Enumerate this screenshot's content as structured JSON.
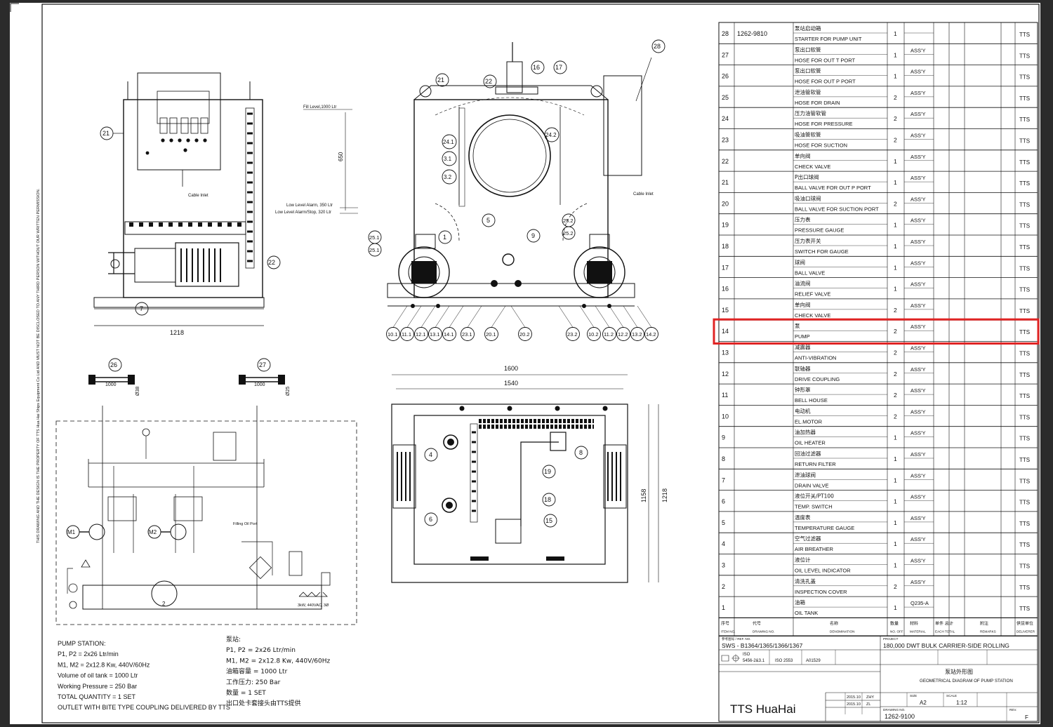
{
  "side_note": "THIS DRAWING AND THE DESIGN IS THE PROPERTY OF TTS Hua Hai Ships Equipment Co Ltd AND MUST NOT BE DISCLOSED TO ANY THIRD PERSON WITHOUT OUR WRITTEN PERMISSION.",
  "drawing_labels": {
    "cable_inlet_left": "Cable Inlet",
    "cable_inlet_right": "Cable Inlet",
    "fill_level": "Fill Level,1000 Ltr",
    "low_alarm": "Low Level Alarm, 350 Ltr",
    "low_stop": "Low Level Alarm/Stop, 320 Ltr",
    "dim_650": "650",
    "dim_1218_front": "1218",
    "dim_1600": "1600",
    "dim_1540": "1540",
    "dim_1158": "1158",
    "dim_1218_side": "1218",
    "hose_len_26": "1000",
    "hose_len_27": "1000",
    "dn_26": "Ø38",
    "dn_27": "Ø25",
    "motor_m1": "M1",
    "motor_m2": "M2",
    "filling_port": "Filling Oil Port",
    "elec_spec": "3kW, 440VAC, 3Ø"
  },
  "callouts": {
    "front": [
      "21",
      "7",
      "22"
    ],
    "end": [
      "28",
      "21",
      "22",
      "16",
      "17",
      "24.1",
      "24.2",
      "3.1",
      "3.2",
      "5",
      "1",
      "9",
      "25.1",
      "25.1",
      "25.2",
      "25.2"
    ],
    "end_bottom": [
      "10.1",
      "11.1",
      "12.1",
      "13.1",
      "14.1",
      "23.1",
      "20.1",
      "20.2",
      "23.2",
      "10.2",
      "11.2",
      "12.2",
      "13.2",
      "14.2"
    ],
    "hoses": [
      "26",
      "27"
    ],
    "top": [
      "4",
      "8",
      "19",
      "6",
      "18",
      "15"
    ],
    "schematic": [
      "2"
    ]
  },
  "notes_en": [
    "PUMP STATION:",
    "P1, P2 = 2x26 Ltr/min",
    "M1, M2 = 2x12.8 Kw, 440V/60Hz",
    "Volume of oil tank = 1000 Ltr",
    "Working Pressure = 250 Bar",
    "TOTAL QUANTITY = 1 SET",
    "OUTLET WITH BITE TYPE COUPLING DELIVERED BY TTS"
  ],
  "notes_cn": [
    "泵站:",
    "P1, P2 = 2x26 Ltr/min",
    "M1, M2 = 2x12.8 Kw, 440V/60Hz",
    "油箱容量 = 1000 Ltr",
    "工作压力: 250 Bar",
    "数量 = 1 SET",
    "出口处卡套接头由TTS提供"
  ],
  "bom": [
    {
      "no": "28",
      "code": "1262-9810",
      "cn": "泵站启动箱",
      "en": "STARTER FOR PUMP UNIT",
      "qty": "1",
      "mat": "",
      "sup": "TTS"
    },
    {
      "no": "27",
      "code": "",
      "cn": "泵出口软管",
      "en": "HOSE FOR OUT T PORT",
      "qty": "1",
      "mat": "ASS'Y",
      "sup": "TTS"
    },
    {
      "no": "26",
      "code": "",
      "cn": "泵出口软管",
      "en": "HOSE FOR OUT P PORT",
      "qty": "1",
      "mat": "ASS'Y",
      "sup": "TTS"
    },
    {
      "no": "25",
      "code": "",
      "cn": "泄油管软管",
      "en": "HOSE FOR DRAIN",
      "qty": "2",
      "mat": "ASS'Y",
      "sup": "TTS"
    },
    {
      "no": "24",
      "code": "",
      "cn": "压力油管软管",
      "en": "HOSE FOR PRESSURE",
      "qty": "2",
      "mat": "ASS'Y",
      "sup": "TTS"
    },
    {
      "no": "23",
      "code": "",
      "cn": "吸油管软管",
      "en": "HOSE FOR SUCTION",
      "qty": "2",
      "mat": "ASS'Y",
      "sup": "TTS"
    },
    {
      "no": "22",
      "code": "",
      "cn": "单向阀",
      "en": "CHECK VALVE",
      "qty": "1",
      "mat": "ASS'Y",
      "sup": "TTS"
    },
    {
      "no": "21",
      "code": "",
      "cn": "P出口球阀",
      "en": "BALL VALVE FOR OUT P PORT",
      "qty": "1",
      "mat": "ASS'Y",
      "sup": "TTS"
    },
    {
      "no": "20",
      "code": "",
      "cn": "吸油口球阀",
      "en": "BALL VALVE FOR SUCTION PORT",
      "qty": "2",
      "mat": "ASS'Y",
      "sup": "TTS"
    },
    {
      "no": "19",
      "code": "",
      "cn": "压力表",
      "en": "PRESSURE GAUGE",
      "qty": "1",
      "mat": "ASS'Y",
      "sup": "TTS"
    },
    {
      "no": "18",
      "code": "",
      "cn": "压力表开关",
      "en": "SWITCH FOR GAUGE",
      "qty": "1",
      "mat": "ASS'Y",
      "sup": "TTS"
    },
    {
      "no": "17",
      "code": "",
      "cn": "球阀",
      "en": "BALL VALVE",
      "qty": "1",
      "mat": "ASS'Y",
      "sup": "TTS"
    },
    {
      "no": "16",
      "code": "",
      "cn": "溢流阀",
      "en": "RELIEF VALVE",
      "qty": "1",
      "mat": "ASS'Y",
      "sup": "TTS"
    },
    {
      "no": "15",
      "code": "",
      "cn": "单向阀",
      "en": "CHECK VALVE",
      "qty": "2",
      "mat": "ASS'Y",
      "sup": "TTS"
    },
    {
      "no": "14",
      "code": "",
      "cn": "泵",
      "en": "PUMP",
      "qty": "2",
      "mat": "ASS'Y",
      "sup": "TTS"
    },
    {
      "no": "13",
      "code": "",
      "cn": "减震器",
      "en": "ANTI-VIBRATION",
      "qty": "2",
      "mat": "ASS'Y",
      "sup": "TTS"
    },
    {
      "no": "12",
      "code": "",
      "cn": "联轴器",
      "en": "DRIVE COUPLING",
      "qty": "2",
      "mat": "ASS'Y",
      "sup": "TTS"
    },
    {
      "no": "11",
      "code": "",
      "cn": "钟形罩",
      "en": "BELL HOUSE",
      "qty": "2",
      "mat": "ASS'Y",
      "sup": "TTS"
    },
    {
      "no": "10",
      "code": "",
      "cn": "电动机",
      "en": "EL.MOTOR",
      "qty": "2",
      "mat": "ASS'Y",
      "sup": "TTS"
    },
    {
      "no": "9",
      "code": "",
      "cn": "油加热器",
      "en": "OIL HEATER",
      "qty": "1",
      "mat": "ASS'Y",
      "sup": "TTS"
    },
    {
      "no": "8",
      "code": "",
      "cn": "回油过滤器",
      "en": "RETURN FILTER",
      "qty": "1",
      "mat": "ASS'Y",
      "sup": "TTS"
    },
    {
      "no": "7",
      "code": "",
      "cn": "泄油球阀",
      "en": "DRAIN VALVE",
      "qty": "1",
      "mat": "ASS'Y",
      "sup": "TTS"
    },
    {
      "no": "6",
      "code": "",
      "cn": "液位开关/PT100",
      "en": "TEMP. SWITCH",
      "qty": "1",
      "mat": "ASS'Y",
      "sup": "TTS"
    },
    {
      "no": "5",
      "code": "",
      "cn": "温度表",
      "en": "TEMPERATURE GAUGE",
      "qty": "1",
      "mat": "ASS'Y",
      "sup": "TTS"
    },
    {
      "no": "4",
      "code": "",
      "cn": "空气过滤器",
      "en": "AIR BREATHER",
      "qty": "1",
      "mat": "ASS'Y",
      "sup": "TTS"
    },
    {
      "no": "3",
      "code": "",
      "cn": "液位计",
      "en": "OIL LEVEL INDICATOR",
      "qty": "1",
      "mat": "ASS'Y",
      "sup": "TTS"
    },
    {
      "no": "2",
      "code": "",
      "cn": "清洗孔盖",
      "en": "INSPECTION COVER",
      "qty": "2",
      "mat": "ASS'Y",
      "sup": "TTS"
    },
    {
      "no": "1",
      "code": "",
      "cn": "油箱",
      "en": "OIL TANK",
      "qty": "1",
      "mat": "Q235-A",
      "sup": "TTS"
    }
  ],
  "highlight_row_no": "14",
  "highlight_color": "#e02424",
  "bom_header": {
    "no_cn": "序号",
    "no_en": "ITEM NO.",
    "code_cn": "代号",
    "code_en": "DRAWING NO.",
    "name_cn": "名称",
    "name_en": "DENOMINATION",
    "qty_cn": "数量",
    "qty_en": "NO. OFF",
    "mat_cn": "材料",
    "mat_en": "MATERIAL",
    "weight_cn": "单件 总计",
    "weight_en": "EACH TOTAL",
    "remarks_cn": "附注",
    "remarks_en": "REMARKS",
    "sup_cn": "供货单位",
    "sup_en": "DELIVERER"
  },
  "title_block": {
    "ref_label": "参考图号 / REF. NO.",
    "ref_value": "SWS - B1364/1365/1366/1367",
    "project_label": "PROJECT",
    "project_value": "180,000 DWT BULK CARRIER-SIDE ROLLING",
    "iso_a": "ISO",
    "iso_a2": "5456-2&3.1",
    "iso_b": "ISO 2553",
    "sht_code": "A01529",
    "designation_cn": "泵站外形图",
    "designation_en": "GEOMETRICAL DIAGRAM OF PUMP STATION",
    "company": "TTS HuaHai",
    "draw_date": "2015.10",
    "draw_name": "ZHY",
    "chk_date": "2015.10",
    "chk_name": "ZL",
    "size_label": "SIZE",
    "size_value": "A2",
    "scale_label": "SCALE",
    "scale_value": "1:12",
    "drawing_no_label": "DRAWING NO.",
    "drawing_no": "1262-9100",
    "rev_label": "REV.",
    "rev": "F"
  }
}
